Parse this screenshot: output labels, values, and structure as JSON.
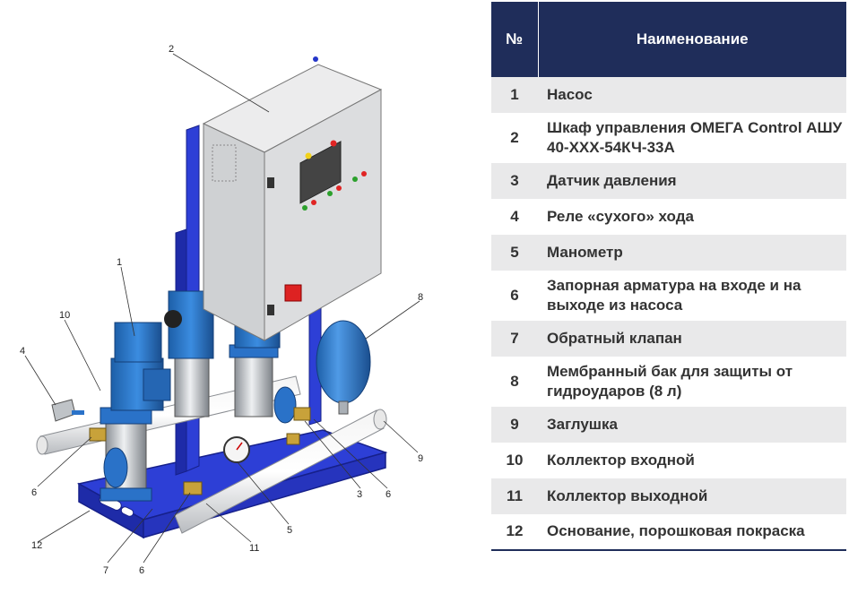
{
  "table": {
    "header": {
      "number": "№",
      "name": "Наименование"
    },
    "rows": [
      {
        "number": "1",
        "name": "Насос"
      },
      {
        "number": "2",
        "name": "Шкаф управления ОМЕГА Control АШУ 40-ХХХ-54КЧ-33А"
      },
      {
        "number": "3",
        "name": "Датчик давления"
      },
      {
        "number": "4",
        "name": "Реле «сухого» хода"
      },
      {
        "number": "5",
        "name": "Манометр"
      },
      {
        "number": "6",
        "name": "Запорная арматура на входе и на выходе из насоса"
      },
      {
        "number": "7",
        "name": "Обратный клапан"
      },
      {
        "number": "8",
        "name": "Мембранный бак для защиты от гидроударов (8 л)"
      },
      {
        "number": "9",
        "name": "Заглушка"
      },
      {
        "number": "10",
        "name": "Коллектор входной"
      },
      {
        "number": "11",
        "name": "Коллектор выходной"
      },
      {
        "number": "12",
        "name": "Основание, порошковая покраска"
      }
    ]
  },
  "figure": {
    "callouts": [
      "1",
      "2",
      "3",
      "4",
      "5",
      "6",
      "6",
      "6",
      "7",
      "8",
      "9",
      "10",
      "11",
      "12"
    ]
  },
  "colors": {
    "header_bg": "#1f2d5a",
    "row_stripe": "#e9e9ea",
    "frame_blue": "#2436c9",
    "pump_blue": "#2a72c8",
    "cabinet_gray": "#d9dadb"
  }
}
